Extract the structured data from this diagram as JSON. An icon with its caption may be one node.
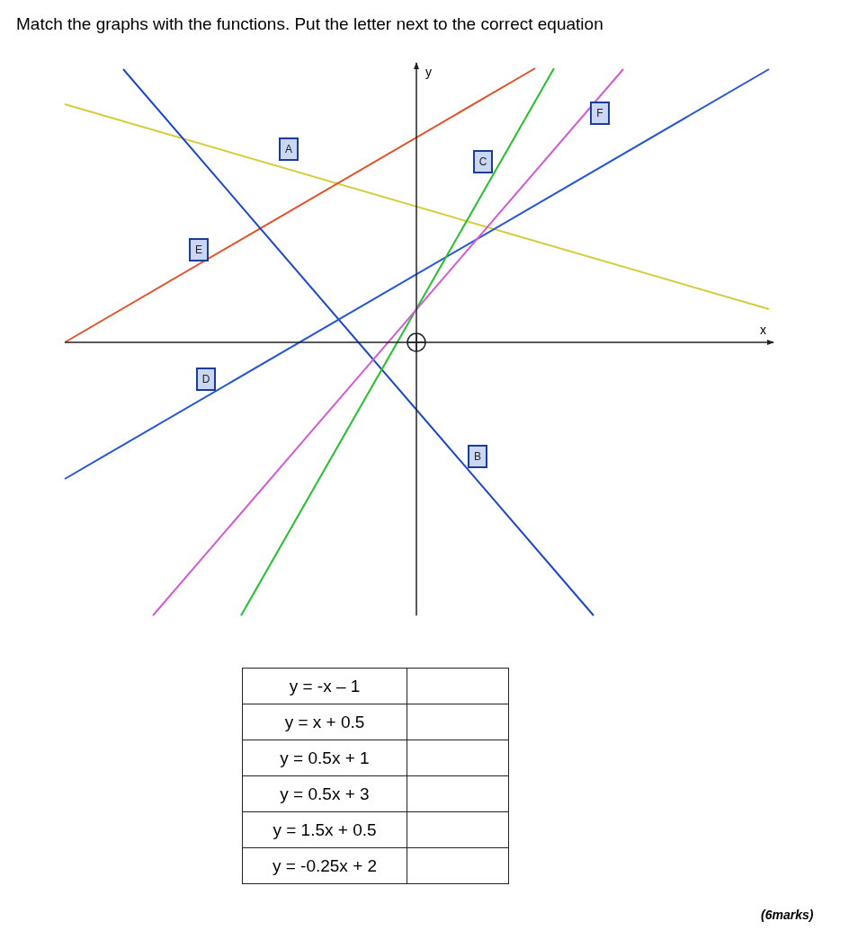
{
  "diagram": {
    "title": "Match the graphs with the functions. Put the letter next to the correct equation",
    "nodes": [
      {
        "text": [
          "F"
        ]
      },
      {
        "text": [
          "A"
        ]
      },
      {
        "text": [
          "C"
        ]
      },
      {
        "text": [
          "E"
        ]
      },
      {
        "text": [
          "D"
        ]
      },
      {
        "text": [
          "B"
        ]
      }
    ],
    "labels": [
      "y",
      "x",
      "y = -x – 1",
      "y = x + 0.5",
      "y = 0.5x + 1",
      "y = 0.5x + 3",
      "y = 1.5x + 0.5",
      "y = -0.25x + 2",
      "(6marks)"
    ]
  }
}
